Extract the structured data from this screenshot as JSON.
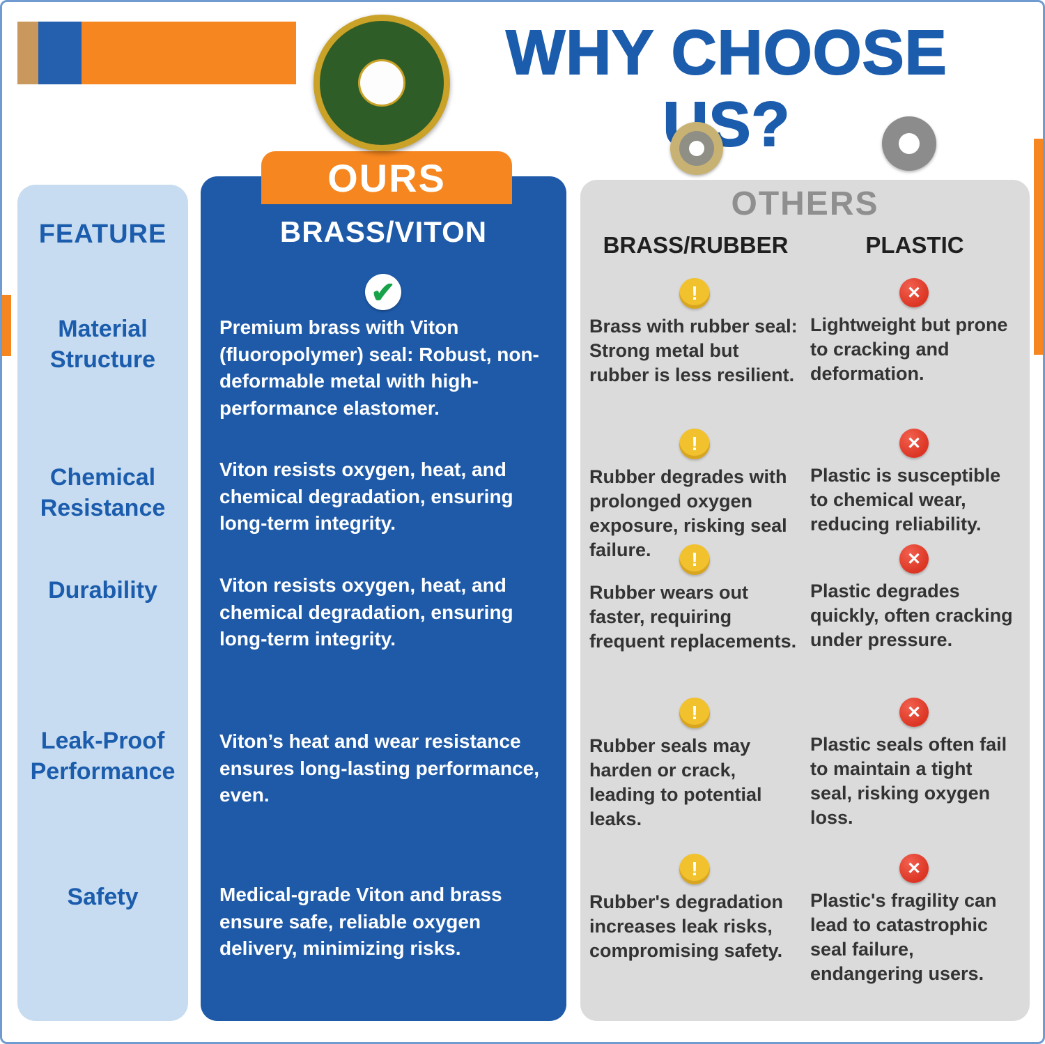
{
  "title": "WHY CHOOSE US?",
  "feature_column": {
    "header": "FEATURE",
    "items": [
      {
        "label": "Material Structure"
      },
      {
        "label": "Chemical Resistance"
      },
      {
        "label": "Durability"
      },
      {
        "label": "Leak-Proof Performance"
      },
      {
        "label": "Safety"
      }
    ]
  },
  "ours_column": {
    "tab_label": "OURS",
    "header": "BRASS/VITON",
    "cells": [
      {
        "text": "Premium brass with Viton (fluoropolymer) seal: Robust, non-deformable metal with high-performance elastomer."
      },
      {
        "text": "Viton resists oxygen, heat, and chemical degradation, ensuring long-term integrity."
      },
      {
        "text": "Viton resists oxygen, heat, and chemical degradation, ensuring long-term integrity."
      },
      {
        "text": "Viton’s heat and wear resistance ensures long-lasting performance, even."
      },
      {
        "text": "Medical-grade Viton and brass ensure safe, reliable oxygen delivery, minimizing risks."
      }
    ]
  },
  "others_panel": {
    "header": "OTHERS",
    "brass_rubber": {
      "header": "BRASS/RUBBER",
      "cells": [
        {
          "text": "Brass with rubber seal: Strong metal but rubber is less resilient."
        },
        {
          "text": "Rubber degrades with prolonged oxygen exposure, risking seal failure."
        },
        {
          "text": "Rubber wears out faster, requiring frequent replacements."
        },
        {
          "text": "Rubber seals may harden or crack, leading to potential leaks."
        },
        {
          "text": "Rubber's degradation increases leak risks, compromising safety."
        }
      ]
    },
    "plastic": {
      "header": "PLASTIC",
      "cells": [
        {
          "text": "Lightweight but prone to cracking and deformation."
        },
        {
          "text": "Plastic is susceptible to chemical wear, reducing reliability."
        },
        {
          "text": "Plastic degrades quickly, often cracking under pressure."
        },
        {
          "text": "Plastic seals often fail to maintain a tight seal, risking oxygen loss."
        },
        {
          "text": "Plastic's fragility can lead to catastrophic seal failure, endangering users."
        }
      ]
    }
  },
  "icons": {
    "check": "check-icon",
    "check_glyph": "✔",
    "warning": "warning-icon",
    "warning_glyph": "!",
    "cross": "cross-icon",
    "cross_glyph": "✕"
  },
  "colors": {
    "brand_blue": "#1B5CAD",
    "panel_blue": "#1E5AA8",
    "light_blue": "#C7DCF0",
    "orange": "#F6861F",
    "gray_panel": "#DBDBDB",
    "others_gray": "#8F8F8F",
    "warning_yellow": "#F2C12E",
    "cross_red": "#DC3524",
    "check_green": "#18A34A"
  }
}
